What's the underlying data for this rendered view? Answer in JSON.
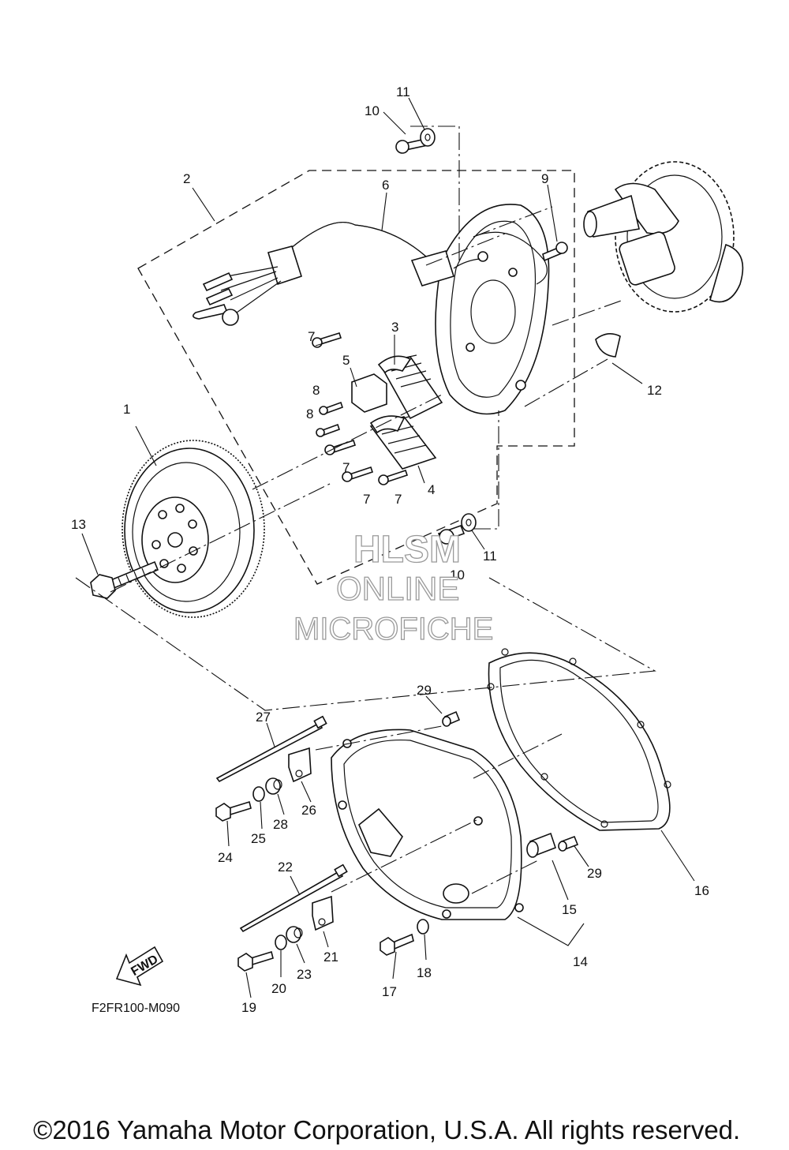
{
  "diagram": {
    "callouts": {
      "c1": "1",
      "c2": "2",
      "c3": "3",
      "c4": "4",
      "c5": "5",
      "c6": "6",
      "c7a": "7",
      "c7b": "7",
      "c7c": "7",
      "c7d": "7",
      "c8a": "8",
      "c8b": "8",
      "c9": "9",
      "c10a": "10",
      "c10b": "10",
      "c11a": "11",
      "c11b": "11",
      "c12": "12",
      "c13": "13",
      "c14": "14",
      "c15": "15",
      "c16": "16",
      "c17": "17",
      "c18": "18",
      "c19": "19",
      "c20": "20",
      "c21": "21",
      "c22": "22",
      "c23": "23",
      "c24": "24",
      "c25": "25",
      "c26": "26",
      "c27": "27",
      "c28": "28",
      "c29a": "29",
      "c29b": "29"
    },
    "fwd_label": "FWD",
    "diagram_code": "F2FR100-M090"
  },
  "watermark": {
    "line1": "HLSM",
    "line2": "ONLINE",
    "line3": "MICROFICHE"
  },
  "footer": {
    "copyright": "©2016 Yamaha Motor Corporation, U.S.A. All rights reserved."
  }
}
